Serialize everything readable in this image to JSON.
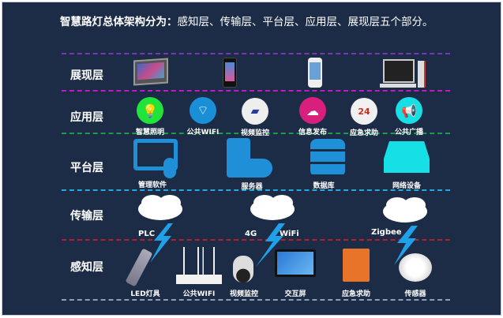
{
  "title": {
    "bold": "智慧路灯总体架构分为：",
    "rest": "感知层、传输层、平台层、应用层、展现层五个部分。"
  },
  "layers": {
    "display": "展现层",
    "application": "应用层",
    "platform": "平台层",
    "transport": "传输层",
    "perception": "感知层"
  },
  "display_items": [
    "tablet",
    "smartphone-black",
    "smartphone-white",
    "desktop-computer"
  ],
  "application_items": [
    {
      "label": "智慧照明",
      "icon": "lightbulb-icon",
      "color": "#22e33a"
    },
    {
      "label": "公共WIFI",
      "icon": "wifi-icon",
      "color": "#1a8fd8"
    },
    {
      "label": "视频监控",
      "icon": "camera-icon",
      "color": "#eeeeee"
    },
    {
      "label": "信息发布",
      "icon": "cloud-upload-icon",
      "color": "#d81f7e"
    },
    {
      "label": "应急求助",
      "icon": "phone-24-icon",
      "color": "#f0f0f0"
    },
    {
      "label": "公共广播",
      "icon": "megaphone-icon",
      "color": "#16e0e6"
    }
  ],
  "platform_items": [
    {
      "label": "管理软件",
      "icon": "computer-mouse-icon"
    },
    {
      "label": "服务器",
      "icon": "server-cloud-icon"
    },
    {
      "label": "数据库",
      "icon": "database-icon"
    },
    {
      "label": "网络设备",
      "icon": "network-device-icon"
    }
  ],
  "transport": {
    "plc": "PLC",
    "g4": "4G",
    "wifi": "WiFi",
    "zigbee": "Zigbee"
  },
  "perception_items": [
    {
      "label": "LED灯具",
      "icon": "led-lamp-icon"
    },
    {
      "label": "公共WIFI",
      "icon": "router-icon"
    },
    {
      "label": "视频监控",
      "icon": "dome-camera-icon"
    },
    {
      "label": "交互屏",
      "icon": "touch-screen-icon"
    },
    {
      "label": "应急求助",
      "icon": "emergency-box-icon"
    },
    {
      "label": "传感器",
      "icon": "smoke-sensor-icon"
    }
  ],
  "colors": {
    "bg": "#1d2c46",
    "purple": "#7b35b8",
    "magenta": "#c21ac2",
    "green": "#1e9a4a",
    "blue": "#27a7e0",
    "red": "#b3202a",
    "grey": "#8aa0b8",
    "bolt": "#1fa0e8"
  }
}
